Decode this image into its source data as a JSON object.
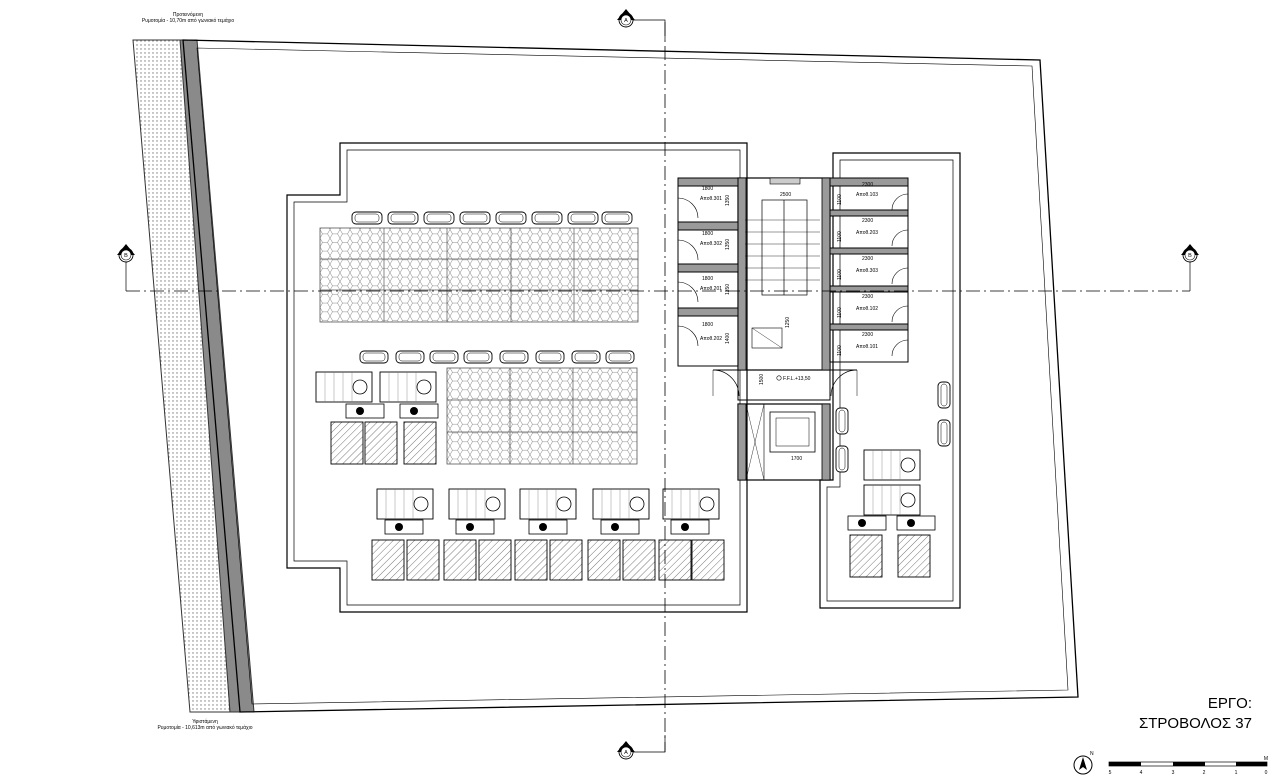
{
  "project": {
    "label": "ΕΡΓΟ:",
    "name": "ΣΤΡΟΒΟΛΟΣ 37"
  },
  "notes": {
    "top_line1": "Προτεινόμενη",
    "top_line2": "Ρυμοτομία - 10,70m από γωνιακό τεμάχιο",
    "bottom_line1": "Υφιστάμενη",
    "bottom_line2": "Ρυμοτομία - 10,613m από γωνιακό τεμάχιο"
  },
  "section_markers": {
    "a_top": "A",
    "a_bottom": "A",
    "b_left": "B",
    "b_right": "B"
  },
  "level_mark": "F.F.L.+13,50",
  "storage_left": [
    {
      "dim": "1800",
      "label": "Αποθ.301",
      "side": "1350"
    },
    {
      "dim": "1800",
      "label": "Αποθ.302",
      "side": "1350"
    },
    {
      "dim": "1800",
      "label": "Αποθ.201",
      "side": "1350"
    },
    {
      "dim": "1800",
      "label": "Αποθ.202",
      "side": "1400"
    }
  ],
  "storage_right": [
    {
      "dim": "2300",
      "label": "Αποθ.103",
      "side": "1100"
    },
    {
      "dim": "2300",
      "label": "Αποθ.203",
      "side": "1100"
    },
    {
      "dim": "2300",
      "label": "Αποθ.303",
      "side": "1100"
    },
    {
      "dim": "2300",
      "label": "Αποθ.102",
      "side": "1100"
    },
    {
      "dim": "2300",
      "label": "Αποθ.101",
      "side": "1100"
    }
  ],
  "stair": {
    "width_dim": "2500",
    "run_dim": "1250",
    "landing_dim": "1500"
  },
  "lift": {
    "width_dim": "1700"
  },
  "north": "N",
  "scale_bar": {
    "unit": "M",
    "ticks": [
      "5",
      "4",
      "3",
      "2",
      "1",
      "0"
    ]
  }
}
